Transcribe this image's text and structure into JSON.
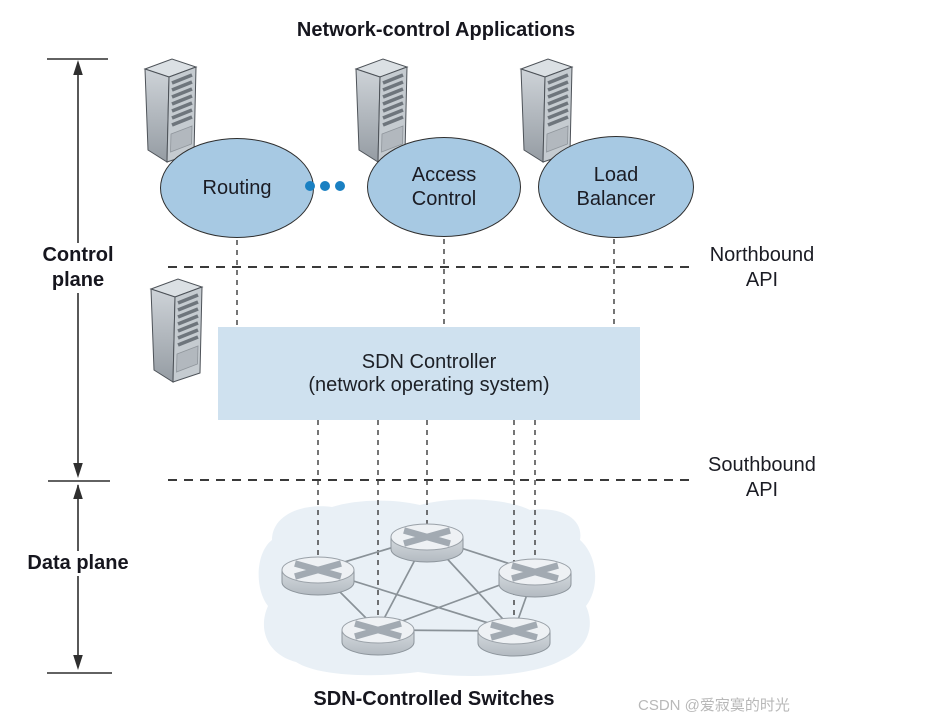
{
  "title": "Network-control Applications",
  "planes": {
    "control": "Control plane",
    "data": "Data plane"
  },
  "applications": [
    {
      "label": "Routing"
    },
    {
      "label": "Access Control"
    },
    {
      "label": "Load Balancer"
    }
  ],
  "apis": {
    "northbound": "Northbound API",
    "southbound": "Southbound API"
  },
  "controller": {
    "title": "SDN Controller",
    "subtitle": "(network operating system)"
  },
  "data_plane_section": {
    "caption": "SDN-Controlled Switches",
    "switch_count": 5
  },
  "server_count": 4,
  "watermark": "CSDN @爱寂寞的时光",
  "icons": {
    "server": "server-tower-icon",
    "switch": "sdn-switch-icon",
    "ellipsis": "ellipsis-dots-icon",
    "plane_arrows": "double-headed-arrow"
  },
  "colors": {
    "app_ellipse_fill": "#a7c9e3",
    "app_ellipse_stroke": "#2e2e2e",
    "controller_box_fill": "#cfe1ef",
    "ellipsis_blue": "#1a80c2",
    "cloud_fill": "#e9f0f6",
    "dashed_line": "#3a3a3a",
    "mesh_link": "#8a9298",
    "text_dark": "#16161e",
    "watermark_gray": "#b8b8b8"
  }
}
